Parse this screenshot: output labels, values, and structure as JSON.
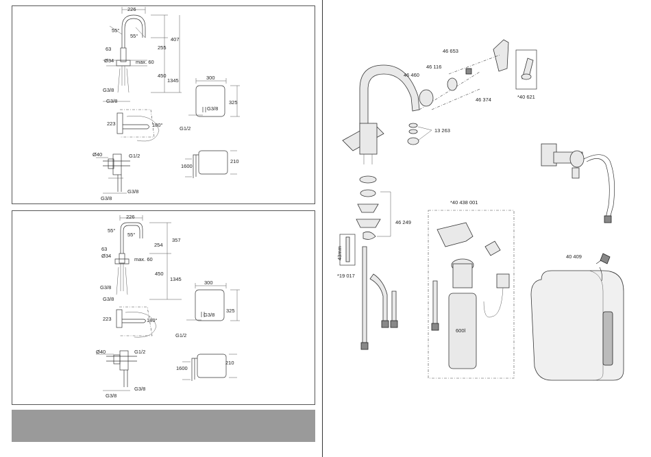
{
  "top_panel": {
    "dims": {
      "width_top": "226",
      "angle_left": "55°",
      "angle_right": "55°",
      "h407": "407",
      "h255": "255",
      "d63": "63",
      "dia34": "Ø34",
      "max60": "max. 60",
      "h450": "450",
      "h1345": "1345",
      "g38_1": "G3/8",
      "g38_2": "G3/8",
      "d223": "223",
      "angle180": "180°",
      "w300": "300",
      "h325": "325",
      "g38_box": "G3/8",
      "g12_box": "G1/2",
      "dia40": "Ø40",
      "g12_valve": "G1/2",
      "g38_valve_a": "G3/8",
      "g38_valve_b": "G3/8",
      "h1600": "1600",
      "h210": "210"
    }
  },
  "mid_panel": {
    "dims": {
      "width_top": "226",
      "angle_left": "55°",
      "angle_right": "55°",
      "h254": "254",
      "h357": "357",
      "d63": "63",
      "dia34": "Ø34",
      "max60": "max. 60",
      "h450": "450",
      "h1345": "1345",
      "g38_1": "G3/8",
      "g38_2": "G3/8",
      "d223": "223",
      "angle180": "180°",
      "w300": "300",
      "h325": "325",
      "g38_box": "G3/8",
      "g12_box": "G1/2",
      "dia40": "Ø40",
      "g12_valve": "G1/2",
      "g38_valve_a": "G3/8",
      "g38_valve_b": "G3/8",
      "h1600": "1600",
      "h210": "210"
    }
  },
  "parts": {
    "p46653": "46 653",
    "p46116": "46 116",
    "p46460": "46 460",
    "p46374": "46 374",
    "p40621": "*40 621",
    "p13263": "13 263",
    "p46249": "46 249",
    "p19017": "*19 017",
    "p43mm": "43mm",
    "p40438": "*40 438 001",
    "p600l": "600l",
    "p40409": "40 409"
  }
}
